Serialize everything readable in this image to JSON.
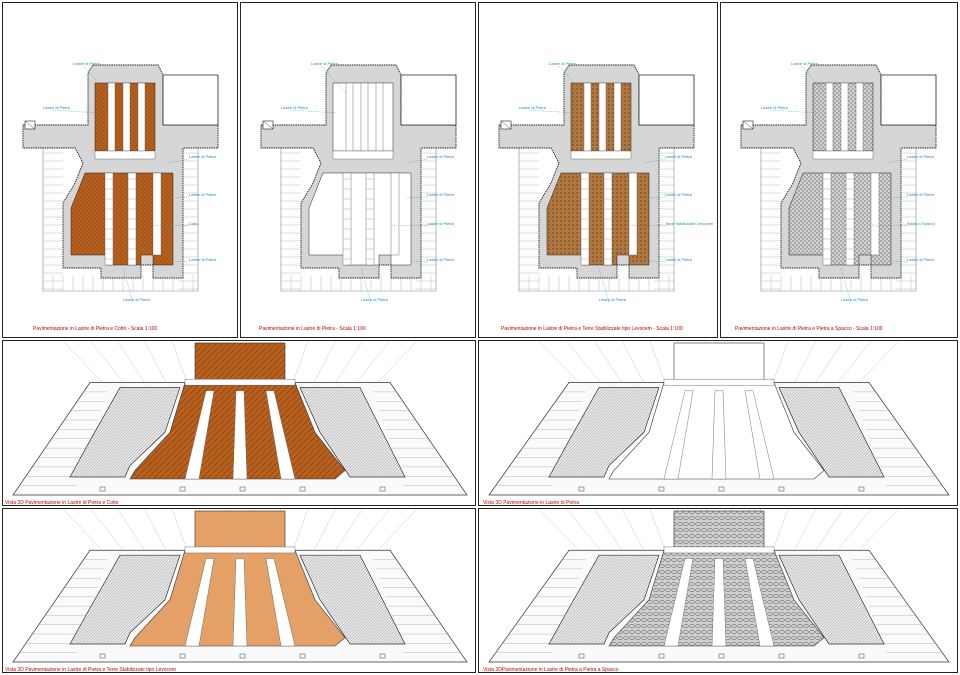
{
  "plans": [
    {
      "id": "cotto",
      "caption": "Pavimentazione in Lastre di Pietra e Cotto - Scala 1:100",
      "fill": "#b8601e",
      "labels": [
        "Lastre di Pietra",
        "Lastre di Pietra",
        "Lastre di Pietra",
        "Lastre di Pietra",
        "Cotto",
        "Lastre di Pietra",
        "Lastre di Pietra"
      ]
    },
    {
      "id": "pietra",
      "caption": "Pavimentazione in Lastre di Pietra - Scala 1:100",
      "fill": "#ffffff",
      "labels": [
        "Lastre di Pietra",
        "Lastre di Pietra",
        "Lastre di Pietra",
        "Lastre di Pietra",
        "Lastre di Pietra",
        "Lastre di Pietra",
        "Lastre di Pietra"
      ]
    },
    {
      "id": "levocem",
      "caption": "Pavimentazione in Lastre di Pietra e Terre Stabilizzate tipo Levocem - Scala 1:100",
      "fill": "#b07840",
      "labels": [
        "Lastre di Pietra",
        "Lastre di Pietra",
        "Lastre di Pietra",
        "Lastre di Pietra",
        "Terre Stabilizzate Levocem",
        "Lastre di Pietra",
        "Lastre di Pietra"
      ]
    },
    {
      "id": "spacco",
      "caption": "Pavimentazione in Lastre di Pietra e Pietra a Spacco - Scala 1:100",
      "fill": "#d8d8d8",
      "labels": [
        "Lastre di Pietra",
        "Lastre di Pietra",
        "Lastre di Pietra",
        "Lastre di Pietra",
        "Pietra a Spacco",
        "Lastre di Pietra",
        "Lastre di Pietra"
      ]
    }
  ],
  "views": [
    {
      "id": "v-cotto",
      "caption": "Vista 3D Pavimentazione in Lastre di Pietra e Cotto",
      "fill": "#b8601e"
    },
    {
      "id": "v-pietra",
      "caption": "Vista 3D Pavimentazione in Lastre di Pietra",
      "fill": "#ffffff"
    },
    {
      "id": "v-levocem",
      "caption": "Vista 3D Pavimentazione in Lastre di Pietra e Terre Stabilizzate tipo Levocem",
      "fill": "#e4a066"
    },
    {
      "id": "v-spacco",
      "caption": "Vista 3DPavimentazione in Lastre di Pietra a Pietra a Spacco",
      "fill": "#cfcfcf"
    }
  ],
  "colors": {
    "wall": "#d6d6d6",
    "line": "#222222",
    "label": "#1a8fb0",
    "caption": "#c00000"
  }
}
